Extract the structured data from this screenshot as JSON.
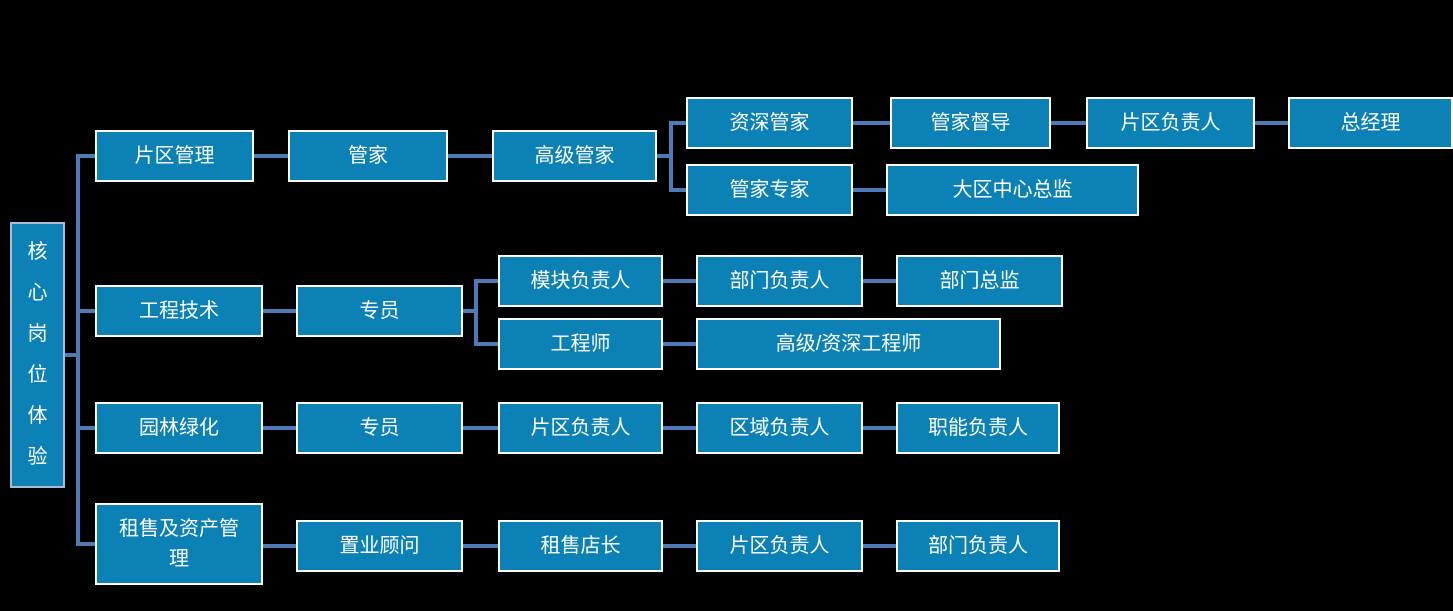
{
  "root": {
    "label": "核心岗位体验"
  },
  "tracks": [
    {
      "category": "片区管理",
      "main": [
        "管家",
        "高级管家"
      ],
      "branches": [
        [
          "资深管家",
          "管家督导",
          "片区负责人",
          "总经理"
        ],
        [
          "管家专家",
          "大区中心总监"
        ]
      ]
    },
    {
      "category": "工程技术",
      "main": [
        "专员"
      ],
      "branches": [
        [
          "模块负责人",
          "部门负责人",
          "部门总监"
        ],
        [
          "工程师",
          "高级/资深工程师"
        ]
      ]
    },
    {
      "category": "园林绿化",
      "main": [
        "专员",
        "片区负责人",
        "区域负责人",
        "职能负责人"
      ],
      "branches": []
    },
    {
      "category": "租售及资产管理",
      "main": [
        "置业顾问",
        "租售店长",
        "片区负责人",
        "部门负责人"
      ],
      "branches": []
    }
  ],
  "colors": {
    "background": "#000000",
    "box_fill": "#0c81b5",
    "box_border": "#ffffff",
    "root_border": "#a8bcd8",
    "connector": "#4f7ab8",
    "text": "#ffffff"
  }
}
